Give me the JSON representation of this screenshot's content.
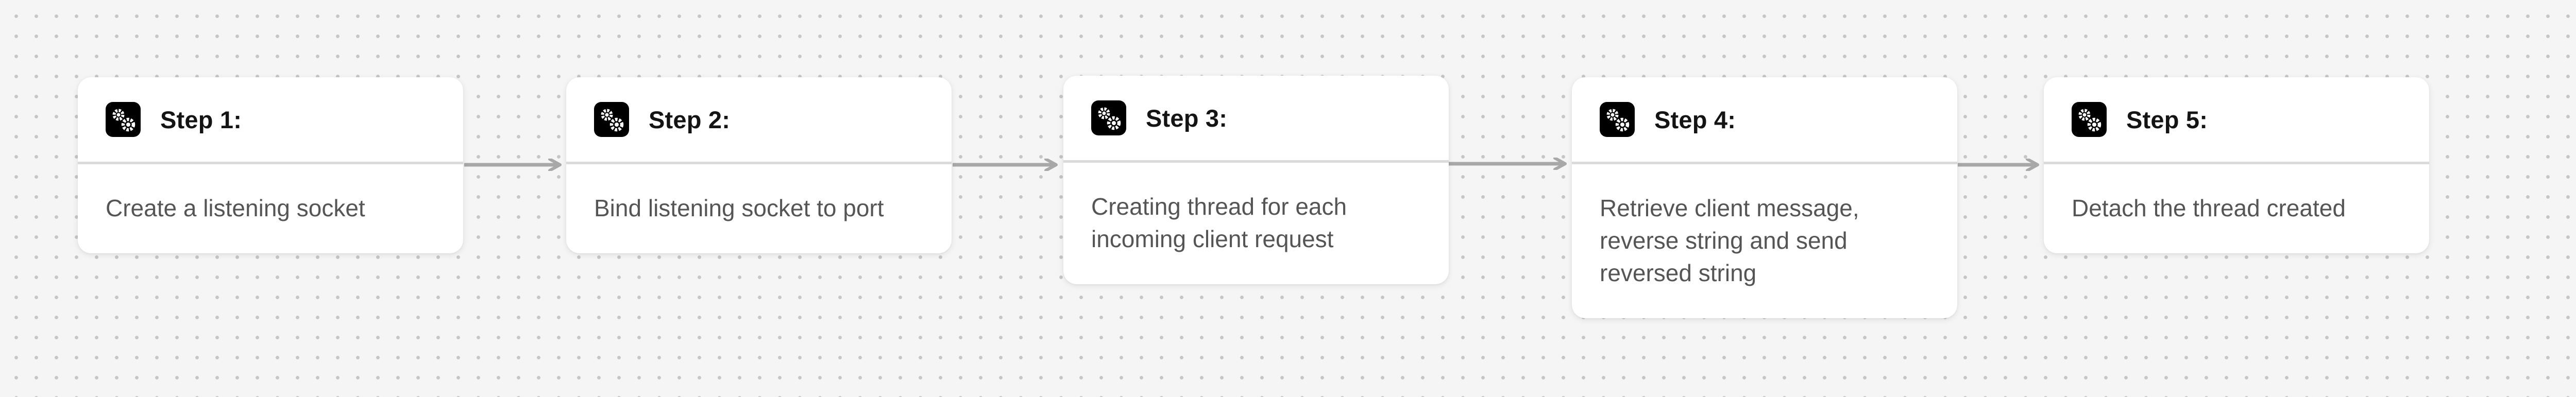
{
  "steps": [
    {
      "title": "Step 1:",
      "text": "Create a listening socket",
      "icon": "gear-icon"
    },
    {
      "title": "Step 2:",
      "text": "Bind listening socket to port",
      "icon": "gear-icon"
    },
    {
      "title": "Step 3:",
      "text": "Creating thread for each incoming client request",
      "icon": "gear-icon"
    },
    {
      "title": "Step 4:",
      "text": "Retrieve client message, reverse string and send reversed string",
      "icon": "gear-icon"
    },
    {
      "title": "Step 5:",
      "text": "Detach the thread created",
      "icon": "gear-icon"
    }
  ],
  "colors": {
    "background": "#f5f5f5",
    "card": "#ffffff",
    "connector": "#a8a8a8",
    "icon_badge": "#000000"
  }
}
